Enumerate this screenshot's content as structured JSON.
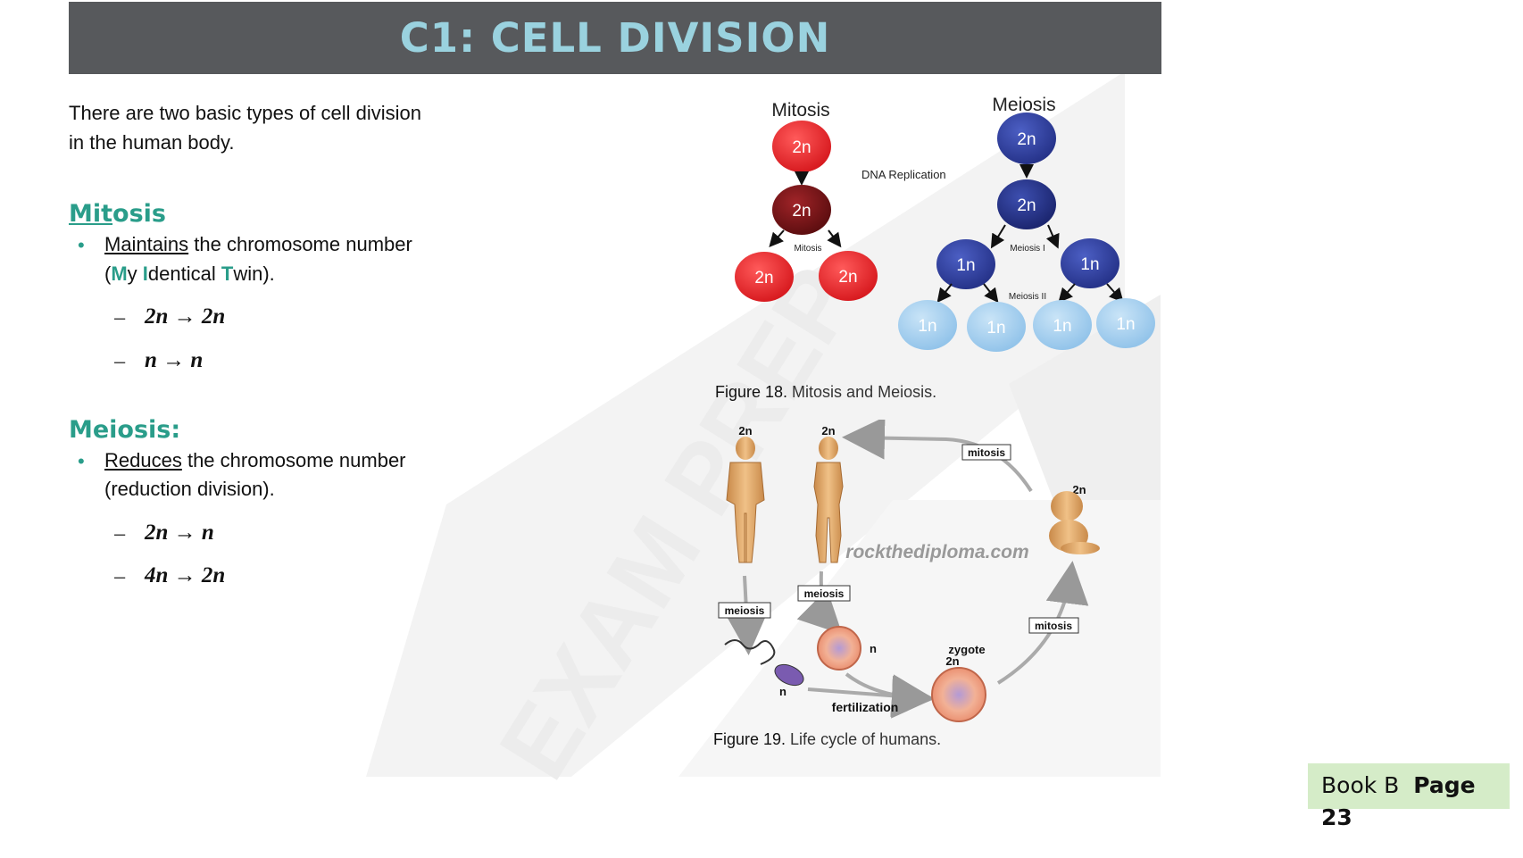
{
  "title": "C1: CELL DIVISION",
  "intro": {
    "line1": "There are two basic types of cell division",
    "line2": "in the human body."
  },
  "mitosis": {
    "heading_a": "Mit",
    "heading_b": "osis",
    "bullet_word": "Maintains",
    "bullet_rest": " the chromosome number",
    "mnemonic_open": "(",
    "m": "M",
    "y": "y ",
    "i": "I",
    "dentical": "dentical ",
    "t": "T",
    "win": "win).",
    "eq1": "2n → 2n",
    "eq2": " n → n"
  },
  "meiosis": {
    "heading": "Meiosis:",
    "bullet_word": "Reduces",
    "bullet_rest": " the chromosome number",
    "line2": "(reduction division).",
    "eq1": "2n → n",
    "eq2": "4n → 2n"
  },
  "bullet_char": "•",
  "dash_char": "–",
  "figure18": {
    "mitosis_label": "Mitosis",
    "meiosis_label": "Meiosis",
    "dna_replication": "DNA Replication",
    "mitosis_small": "Mitosis",
    "meiosis_i": "Meiosis I",
    "meiosis_ii": "Meiosis II",
    "cell_2n": "2n",
    "cell_1n": "1n",
    "caption_num": "Figure 18.",
    "caption_text": " Mitosis and Meiosis."
  },
  "figure19": {
    "male_label": "2n",
    "female_label": "2n",
    "baby_label": "2n",
    "mitosis_top": "mitosis",
    "mitosis_right": "mitosis",
    "meiosis_left": "meiosis",
    "meiosis_mid": "meiosis",
    "egg_label": "n",
    "sperm_label": "n",
    "zygote": "zygote",
    "zygote_2n": "2n",
    "fertilization": "fertilization",
    "watermark": "rockthediploma.com",
    "caption_num": "Figure 19.",
    "caption_text": " Life cycle of humans."
  },
  "footer": {
    "book": "Book B",
    "page_word": "Page",
    "page_num": "23"
  },
  "colors": {
    "title_bg": "#57595c",
    "title_text": "#9ad2df",
    "accent": "#2a9d8a",
    "mitosis_red": "#e8262b",
    "mitosis_dark": "#7a1416",
    "meiosis_blue": "#2f3f9c",
    "meiosis_light": "#a9d2ef",
    "footer_bg": "#d5ecc8"
  }
}
